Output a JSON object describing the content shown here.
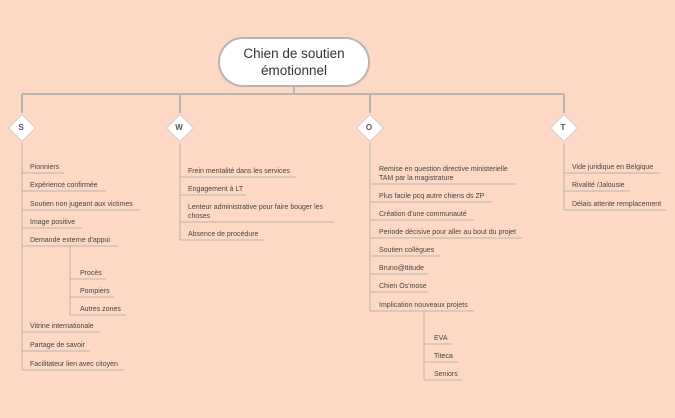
{
  "root": {
    "title": "Chien de soutien émotionnel"
  },
  "branches": {
    "s": {
      "label": "S",
      "items": [
        "Pionniers",
        "Expérience confirmée",
        "Soutien non jugeant aux victimes",
        "Image positive",
        "Demande externe d'appui",
        "Vitrine internationale",
        "Partage de savoir",
        "Facilitateur lien avec citoyen"
      ],
      "sub": [
        "Procès",
        "Pompiers",
        "Autres zones"
      ]
    },
    "w": {
      "label": "W",
      "items": [
        "Frein mentalité dans les services",
        "Engagement à LT",
        "Lenteur administrative pour faire bouger les choses",
        "Absence de procédure"
      ]
    },
    "o": {
      "label": "O",
      "items": [
        "Remise en question directive ministerielle TAM par la magistrature",
        "Plus facile pcq autre chiens ds ZP",
        "Création d'une communauté",
        "Periode décisive pour aller au bout du projet",
        "Soutien collègues",
        "Bruno@ttitude",
        "Chien Os'mose",
        "Implication nouveaux projets"
      ],
      "sub": [
        "EVA",
        "Titeca",
        "Seniors"
      ]
    },
    "t": {
      "label": "T",
      "items": [
        "Vide juridique en Belgique",
        "Rivalité /Jalousie",
        "Délais attente remplacement"
      ]
    }
  }
}
